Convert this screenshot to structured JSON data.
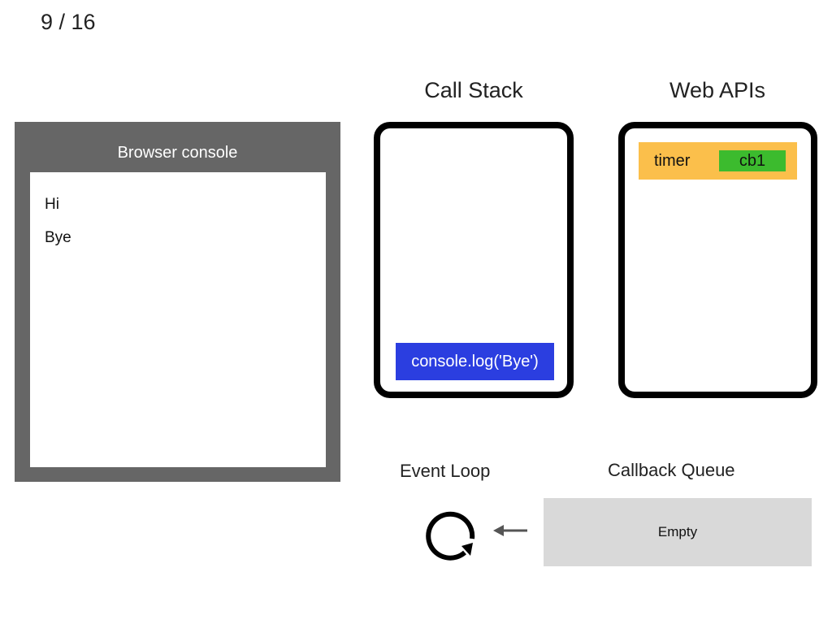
{
  "slide": {
    "counter": "9 / 16"
  },
  "console": {
    "title": "Browser console",
    "lines": [
      "Hi",
      "Bye"
    ]
  },
  "call_stack": {
    "title": "Call Stack",
    "frames": [
      "console.log('Bye')"
    ]
  },
  "web_apis": {
    "title": "Web APIs",
    "items": [
      {
        "label": "timer",
        "callback": "cb1"
      }
    ]
  },
  "event_loop": {
    "title": "Event Loop",
    "icon": "circular-arrow-icon",
    "arrow_icon": "left-arrow-icon"
  },
  "callback_queue": {
    "title": "Callback Queue",
    "status": "Empty"
  },
  "colors": {
    "console_frame": "#666666",
    "stack_frame": "#2b3ee0",
    "timer": "#fbbf4b",
    "callback": "#3cbb2e",
    "queue": "#d9d9d9"
  }
}
